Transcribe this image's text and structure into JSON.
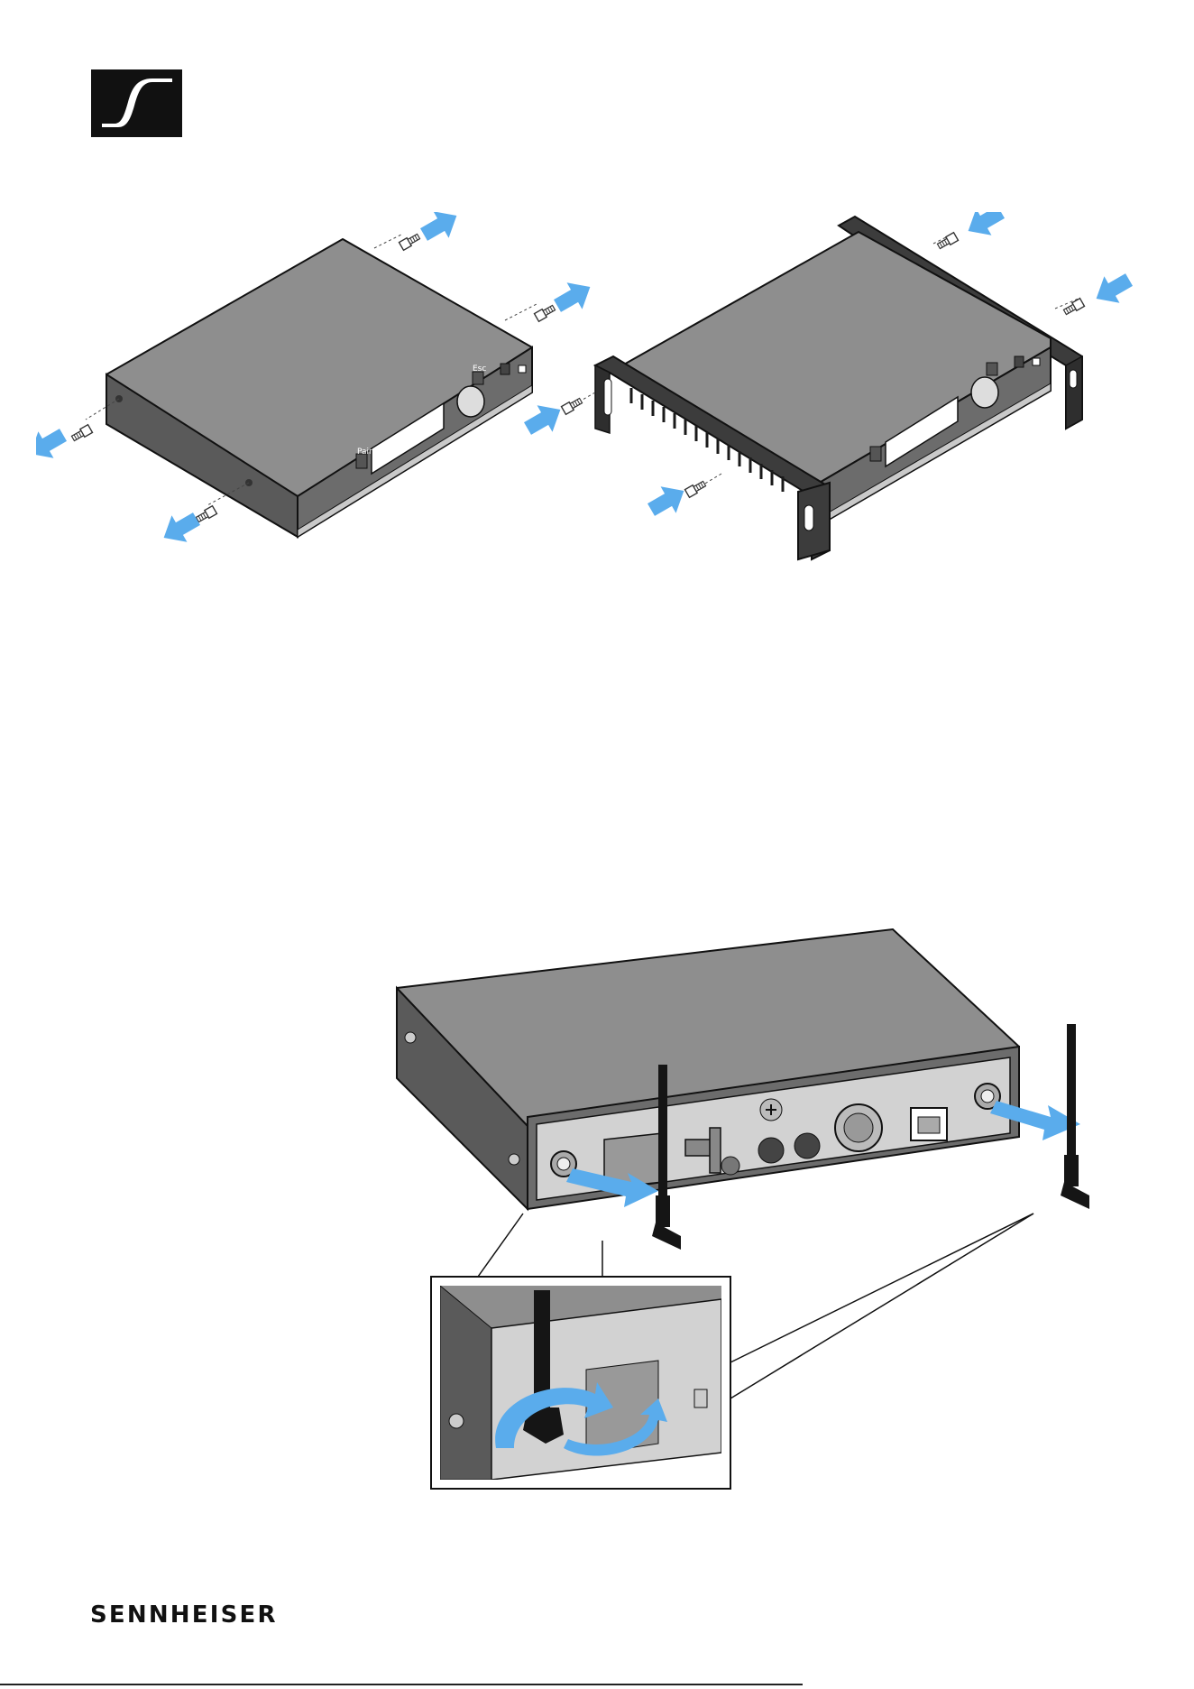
{
  "brand": {
    "wordmark": "SENNHEISER",
    "logo_icon": "sennheiser-s-logo-icon"
  },
  "device_labels": {
    "pair": "Pair",
    "esc": "Esc",
    "power_icon": "power-icon"
  },
  "colors": {
    "arrow_blue": "#5aacec",
    "device_top": "#8e8e8e",
    "device_front": "#6c6c6c",
    "device_side": "#5a5a5a",
    "rack_bracket": "#3c3c3c",
    "back_panel": "#d2d2d2",
    "line": "#000000"
  },
  "illustrations": [
    "unscrew-case-feet-screws",
    "attach-rack-mount-brackets",
    "attach-rod-antennas-to-bnc-sockets"
  ]
}
